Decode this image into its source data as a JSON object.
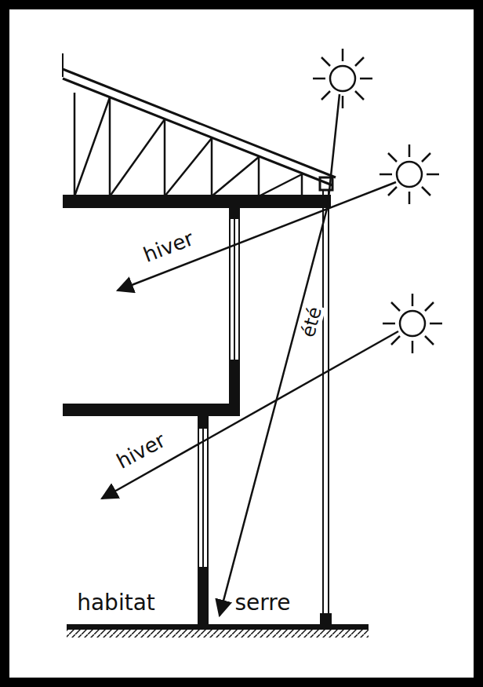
{
  "diagram": {
    "labels": [
      "hiver",
      "été",
      "hiver",
      "habitat",
      "serre"
    ]
  }
}
